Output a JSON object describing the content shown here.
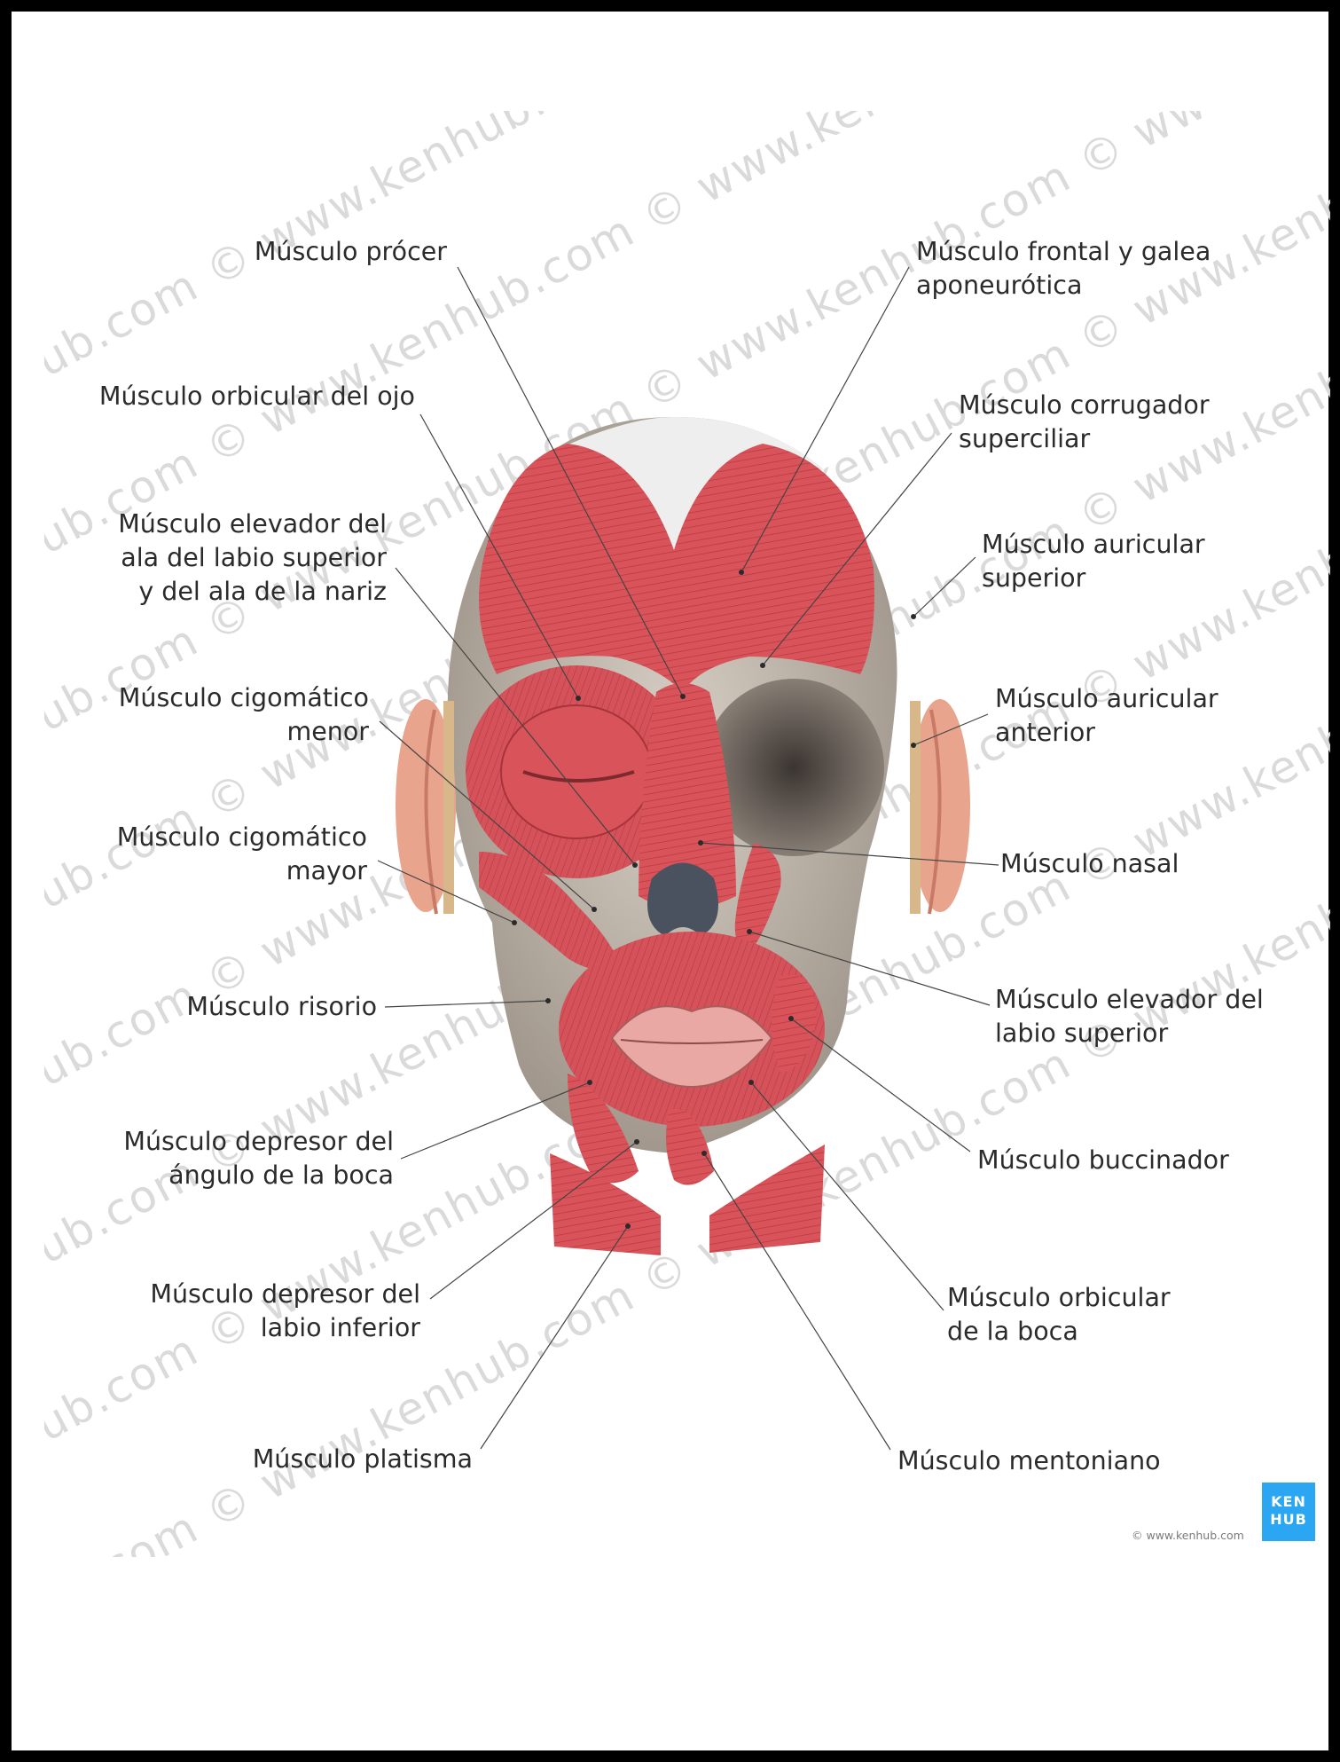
{
  "labels": {
    "procer": "Músculo prócer",
    "frontal": [
      "Músculo frontal y galea",
      "aponeurótica"
    ],
    "orbicular_ojo": "Músculo orbicular del ojo",
    "corrugador": [
      "Músculo corrugador",
      "superciliar"
    ],
    "elevador_ala": [
      "Músculo elevador del",
      "ala del labio superior",
      "y del ala de la nariz"
    ],
    "auricular_superior": [
      "Músculo auricular",
      "superior"
    ],
    "cigomatico_menor": [
      "Músculo cigomático",
      "menor"
    ],
    "auricular_anterior": [
      "Músculo auricular",
      "anterior"
    ],
    "cigomatico_mayor": [
      "Músculo cigomático",
      "mayor"
    ],
    "nasal": "Músculo nasal",
    "risorio": "Músculo risorio",
    "elevador_labio": [
      "Músculo elevador del",
      "labio superior"
    ],
    "depresor_angulo": [
      "Músculo depresor del",
      "ángulo de la boca"
    ],
    "buccinador": "Músculo buccinador",
    "depresor_labio": [
      "Músculo depresor del",
      "labio inferior"
    ],
    "orbicular_boca": [
      "Músculo orbicular",
      "de la boca"
    ],
    "platisma": "Músculo platisma",
    "mentoniano": "Músculo mentoniano"
  },
  "logo": [
    "KEN",
    "HUB"
  ],
  "copyright": "© www.kenhub.com",
  "watermark": "© www.kenhub.com © www.kenhub.com © www.kenhub.com © www.kenhub.com ©",
  "colors": {
    "muscle": "#d9535a",
    "muscle_dark": "#b8363e",
    "bone": "#c9bfb3",
    "skin": "#e8a48c",
    "accent": "#2ba6f2"
  }
}
